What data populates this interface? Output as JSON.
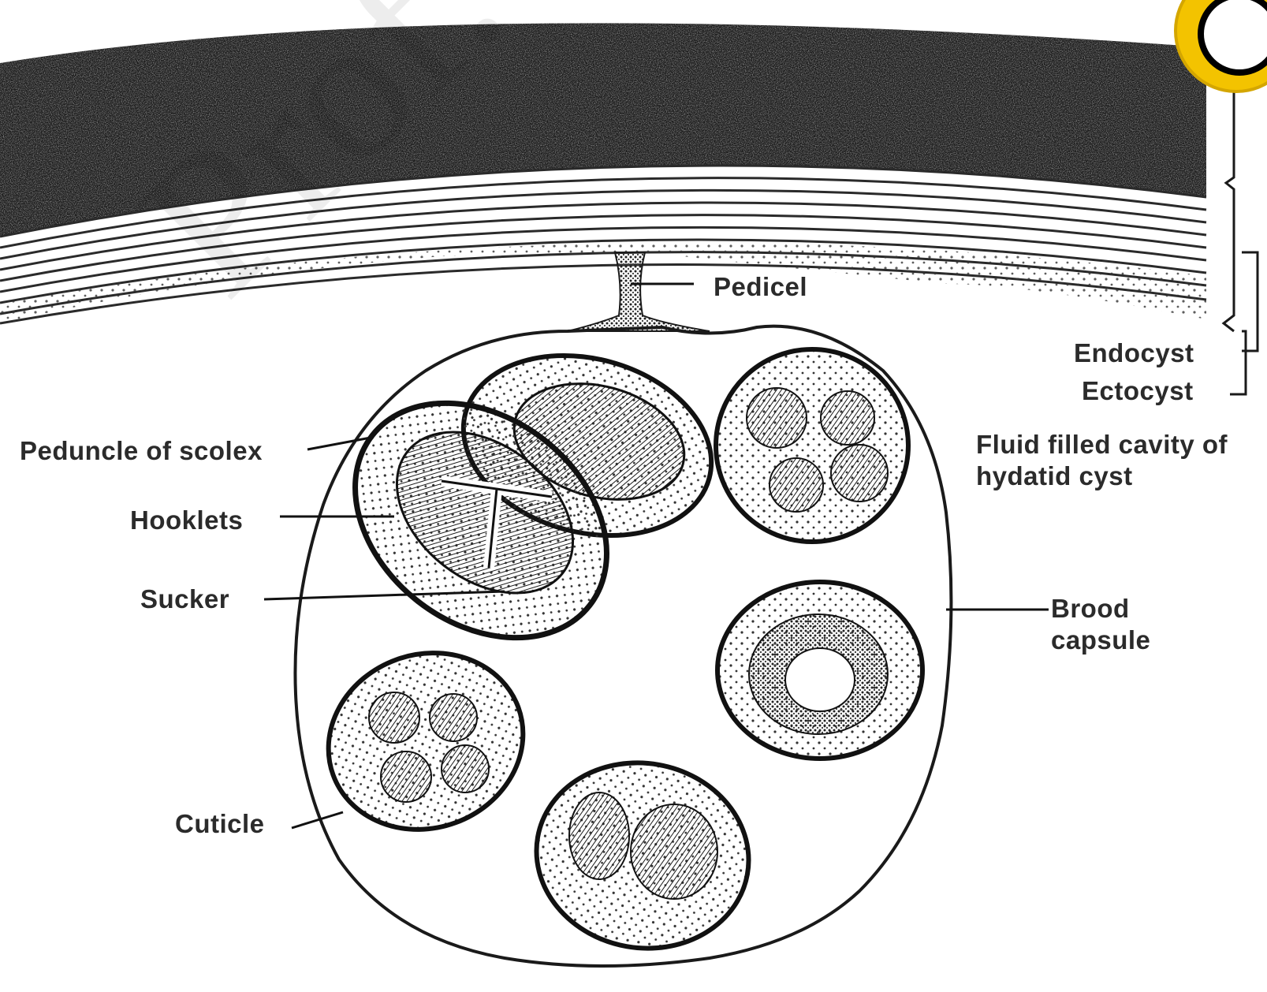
{
  "labels": {
    "pedicel": "Pedicel",
    "endocyst": "Endocyst",
    "ectocyst": "Ectocyst",
    "peduncle": "Peduncle of scolex",
    "hooklets": "Hooklets",
    "sucker": "Sucker",
    "fluid": "Fluid filled cavity of hydatid cyst",
    "brood": "Brood capsule",
    "cuticle": "Cuticle"
  },
  "watermark": "Prof. Dr. M. M.",
  "colors": {
    "ink": "#1a1a1a",
    "stipple": "#333333",
    "paper": "#ffffff",
    "badge": "#f3c300"
  },
  "icons": {
    "corner_badge": "pdf-badge-icon"
  }
}
